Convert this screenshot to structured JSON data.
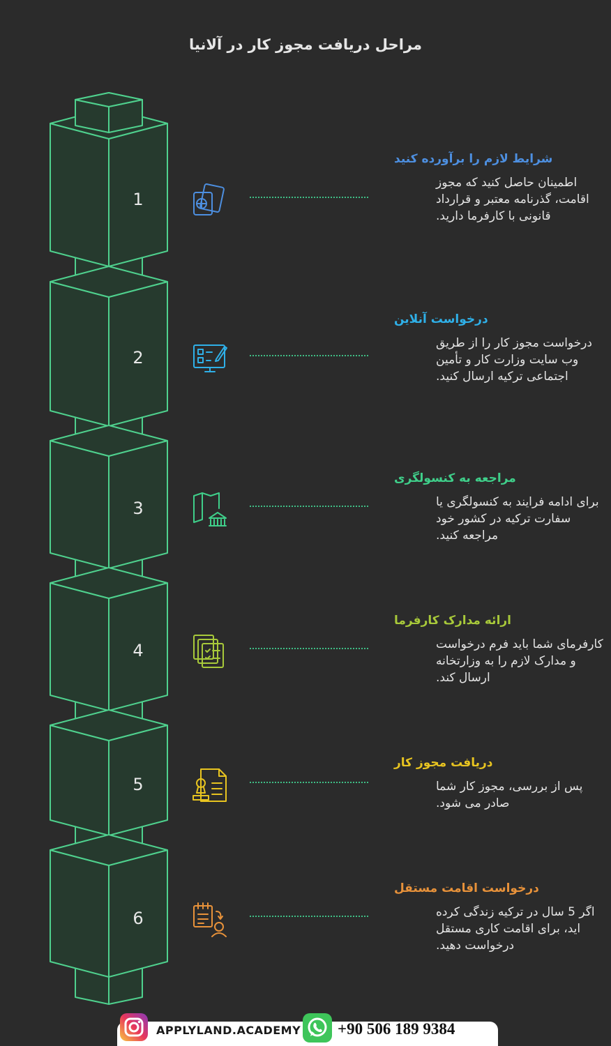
{
  "title": "مراحل دریافت مجوز کار در آلانیا",
  "steps": [
    {
      "number": "1",
      "title": "شرایط لازم را برآورده کنید",
      "description": "اطمینان حاصل کنید که مجوز اقامت، گذرنامه معتبر و قرارداد قانونی با کارفرما دارید.",
      "color": "#4d8fe0",
      "icon": "passport-ticket-icon"
    },
    {
      "number": "2",
      "title": "درخواست آنلاین",
      "description": "درخواست مجوز کار را از طریق وب سایت وزارت کار و تأمین اجتماعی ترکیه ارسال کنید.",
      "color": "#2fb0e8",
      "icon": "online-form-monitor-icon"
    },
    {
      "number": "3",
      "title": "مراجعه به کنسولگری",
      "description": "برای ادامه فرایند به کنسولگری یا سفارت ترکیه در کشور خود مراجعه کنید.",
      "color": "#3fcf8a",
      "icon": "map-embassy-icon"
    },
    {
      "number": "4",
      "title": "ارائه مدارک کارفرما",
      "description": "کارفرمای شما باید فرم درخواست و مدارک لازم را به وزارتخانه ارسال کند.",
      "color": "#a8c93a",
      "icon": "documents-checklist-icon"
    },
    {
      "number": "5",
      "title": "دریافت مجوز کار",
      "description": "پس از بررسی، مجوز کار شما صادر می شود.",
      "color": "#e8c420",
      "icon": "permit-stamp-icon"
    },
    {
      "number": "6",
      "title": "درخواست اقامت مستقل",
      "description": "اگر 5 سال در ترکیه زندگی کرده اید، برای اقامت کاری مستقل درخواست دهید.",
      "color": "#e8923a",
      "icon": "residency-application-icon"
    }
  ],
  "colors": {
    "tower": "#4fd18e",
    "block": "#263a2e",
    "background": "#2b2b2b"
  },
  "footer": {
    "site": "APPLYLAND.ACADEMY",
    "phone": "+90 506 189 9384",
    "instagram_icon": "instagram-icon",
    "whatsapp_icon": "whatsapp-icon"
  }
}
